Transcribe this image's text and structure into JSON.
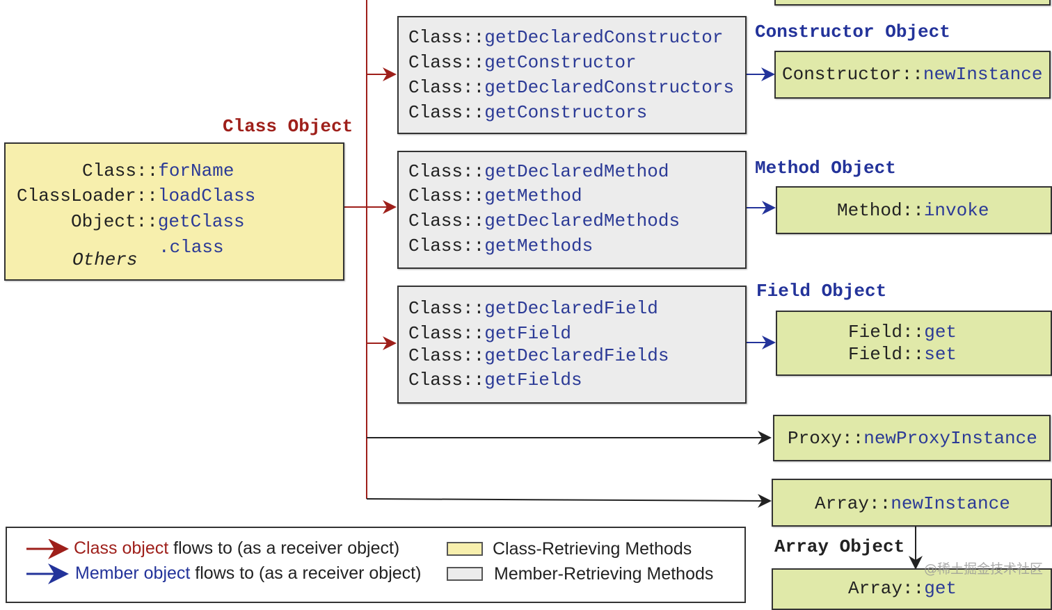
{
  "colors": {
    "class_flow": "#9e1f1a",
    "member_flow": "#23339a",
    "class_retrieving": "#f7efad",
    "member_retrieving": "#ececec",
    "member_invoking": "#e0e9a9"
  },
  "class_object_label": "Class Object",
  "class_retrieving_box": [
    {
      "prefix": "Class::",
      "name": "forName"
    },
    {
      "prefix": "ClassLoader::",
      "name": "loadClass"
    },
    {
      "prefix": "Object::",
      "name": "getClass"
    },
    {
      "prefix": "",
      "name": ".class"
    },
    {
      "prefix": "Others",
      "name": ""
    }
  ],
  "constructor_box": [
    {
      "prefix": "Class::",
      "name": "getDeclaredConstructor"
    },
    {
      "prefix": "Class::",
      "name": "getConstructor"
    },
    {
      "prefix": "Class::",
      "name": "getDeclaredConstructors"
    },
    {
      "prefix": "Class::",
      "name": "getConstructors"
    }
  ],
  "method_box": [
    {
      "prefix": "Class::",
      "name": "getDeclaredMethod"
    },
    {
      "prefix": "Class::",
      "name": "getMethod"
    },
    {
      "prefix": "Class::",
      "name": "getDeclaredMethods"
    },
    {
      "prefix": "Class::",
      "name": "getMethods"
    }
  ],
  "field_box": [
    {
      "prefix": "Class::",
      "name": "getDeclaredField"
    },
    {
      "prefix": "Class::",
      "name": "getField"
    },
    {
      "prefix": "Class::",
      "name": "getDeclaredFields"
    },
    {
      "prefix": "Class::",
      "name": "getFields"
    }
  ],
  "labels": {
    "constructor": "Constructor Object",
    "method": "Method Object",
    "field": "Field Object",
    "array": "Array Object"
  },
  "invoke_boxes": {
    "constructor": {
      "prefix": "Constructor::",
      "name": "newInstance"
    },
    "method": {
      "prefix": "Method::",
      "name": "invoke"
    },
    "field_get": {
      "prefix": "Field::",
      "name": "get"
    },
    "field_set": {
      "prefix": "Field::",
      "name": "set"
    },
    "proxy": {
      "prefix": "Proxy::",
      "name": "newProxyInstance"
    },
    "array_new": {
      "prefix": "Array::",
      "name": "newInstance"
    },
    "array_get": {
      "prefix": "Array::",
      "name": "get"
    }
  },
  "legend": {
    "row1": {
      "colored": "Class object",
      "rest": " flows to (as a receiver object)",
      "swatch_label": "Class-Retrieving Methods"
    },
    "row2": {
      "colored": "Member object",
      "rest": " flows to (as a receiver object)",
      "swatch_label": "Member-Retrieving Methods"
    }
  },
  "watermark": "@稀土掘金技术社区"
}
